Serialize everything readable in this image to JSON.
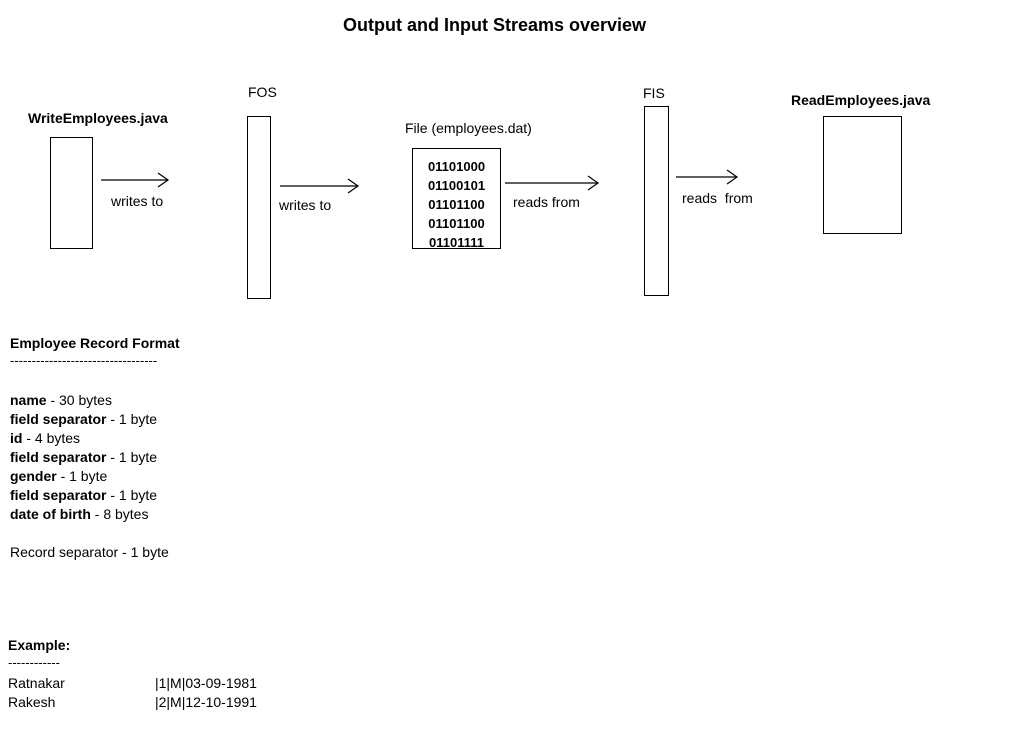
{
  "title": "Output and Input Streams overview",
  "diagram": {
    "write_program_label": "WriteEmployees.java",
    "fos_label": "FOS",
    "file_label": "File (employees.dat)",
    "file_bits": [
      "01101000",
      "01100101",
      "01101100",
      "01101100",
      "01101111"
    ],
    "fis_label": "FIS",
    "read_program_label": "ReadEmployees.java",
    "edge_labels": {
      "program_to_fos": "writes to",
      "fos_to_file": "writes to",
      "file_to_fis": "reads from",
      "fis_to_program": "reads  from"
    }
  },
  "record_format": {
    "heading": "Employee Record Format",
    "divider": "----------------------------------",
    "fields": [
      {
        "name": "name",
        "size": " - 30 bytes"
      },
      {
        "name": "field separator",
        "size": " - 1 byte"
      },
      {
        "name": "id",
        "size": " - 4 bytes"
      },
      {
        "name": "field separator",
        "size": " - 1 byte"
      },
      {
        "name": "gender",
        "size": " - 1 byte"
      },
      {
        "name": "field separator",
        "size": " - 1 byte"
      },
      {
        "name": "date of birth",
        "size": " - 8 bytes"
      }
    ],
    "record_separator": "Record separator - 1 byte"
  },
  "example": {
    "heading": "Example:",
    "divider": "------------",
    "rows": [
      {
        "name": "Ratnakar",
        "data": "|1|M|03-09-1981"
      },
      {
        "name": "Rakesh",
        "data": "|2|M|12-10-1991"
      }
    ]
  }
}
